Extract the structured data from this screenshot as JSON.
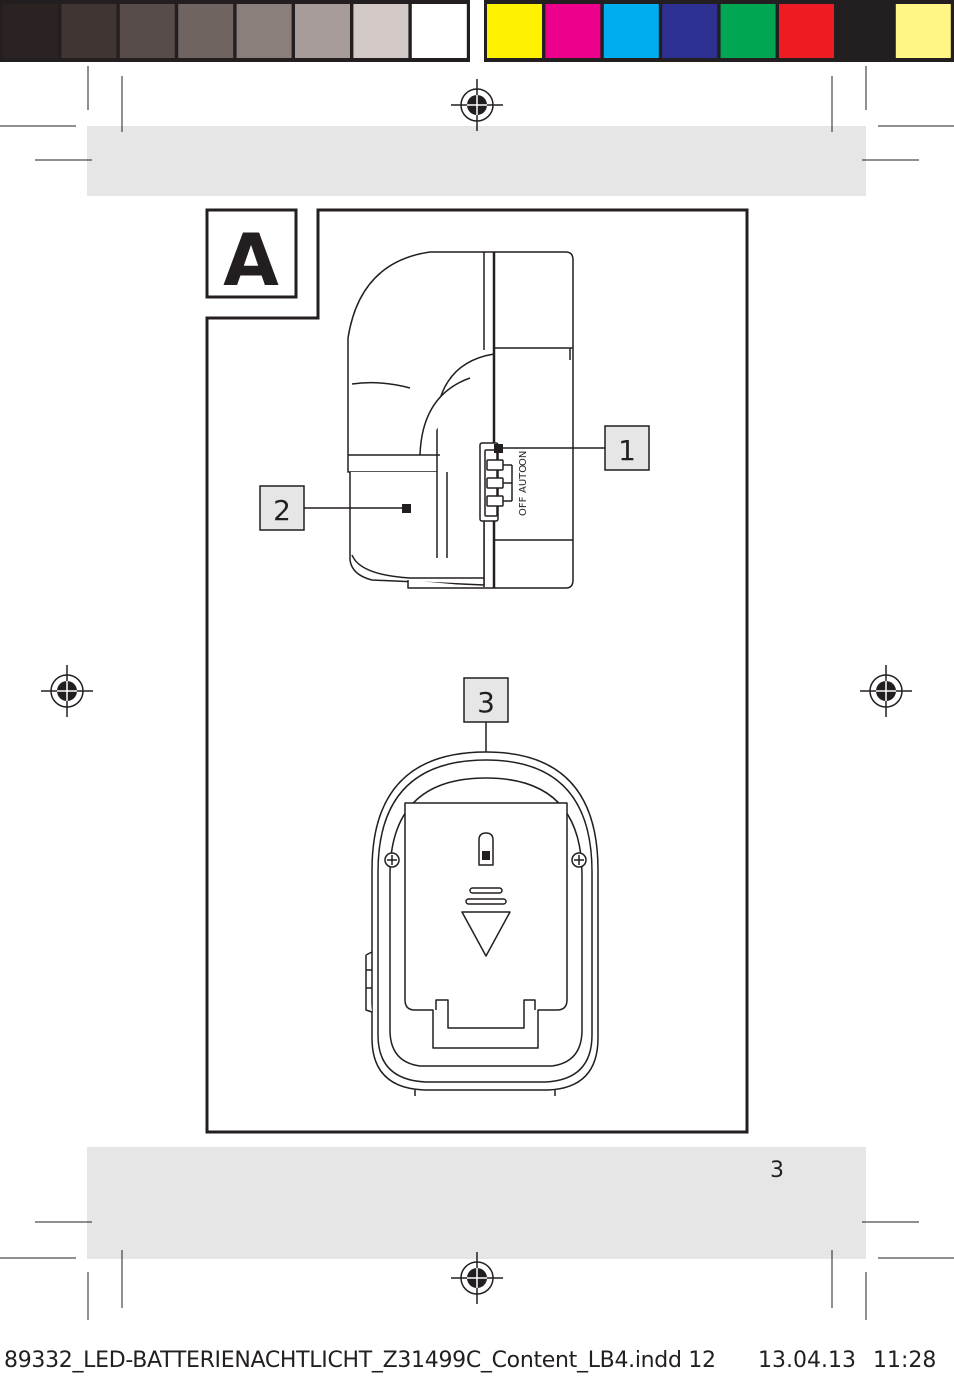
{
  "color_bar": {
    "grayscale": [
      "#2a2321",
      "#3f3533",
      "#574c49",
      "#706461",
      "#8b7f7c",
      "#a79c99",
      "#d3c9c7",
      "#ffffff"
    ],
    "process": [
      "#fff200",
      "#ec008c",
      "#00aeef",
      "#2e3192",
      "#00a651",
      "#ed1c24",
      "#231f20",
      "#fff685"
    ]
  },
  "figure": {
    "panel_label": "A",
    "switch_positions": [
      "OFF",
      "AUTO",
      "ON"
    ],
    "callouts": [
      {
        "number": "1"
      },
      {
        "number": "2"
      },
      {
        "number": "3"
      }
    ]
  },
  "footer": {
    "page_number": "3",
    "slug": "89332_LED-BATTERIENACHTLICHT_Z31499C_Content_LB4.indd 12",
    "date": "13.04.13",
    "time": "11:28"
  }
}
